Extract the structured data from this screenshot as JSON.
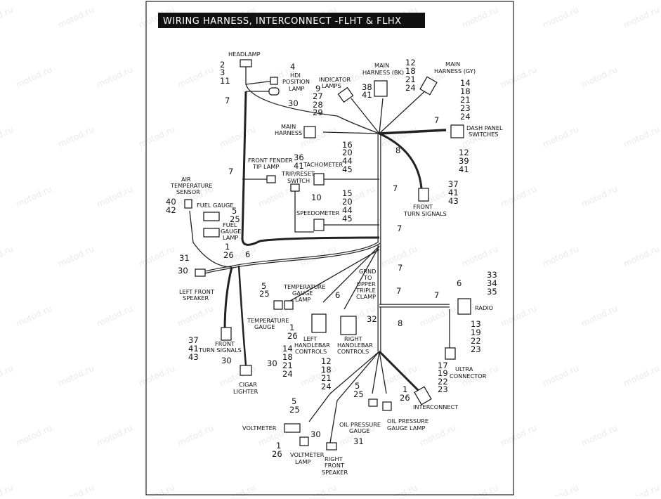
{
  "title": "WIRING HARNESS, INTERCONNECT -FLHT & FLHX",
  "watermark": "motod.ru",
  "labels": {
    "headlamp": "HEADLAMP",
    "hdi_position": "HDI",
    "hdi_position2": "POSITION",
    "hdi_position3": "LAMP",
    "indicator_lamps": "INDICATOR",
    "indicator_lamps2": "LAMPS",
    "main_harness_bk": "MAIN",
    "main_harness_bk2": "HARNESS (BK)",
    "main_harness_gy": "MAIN",
    "main_harness_gy2": "HARNESS (GY)",
    "main_harness": "MAIN",
    "main_harness2": "HARNESS",
    "dash_panel": "DASH PANEL",
    "dash_panel2": "SWITCHES",
    "front_fender": "FRONT FENDER",
    "front_fender2": "TIP LAMP",
    "tachometer": "TACHOMETER",
    "trip_reset": "TRIP/RESET",
    "trip_reset2": "SWITCH",
    "air_temp": "AIR",
    "air_temp2": "TEMPERATURE",
    "air_temp3": "SENSOR",
    "fuel_gauge": "FUEL GAUGE",
    "fuel_gauge_lamp": "FUEL",
    "fuel_gauge_lamp2": "GAUGE",
    "fuel_gauge_lamp3": "LAMP",
    "speedometer": "SPEEDOMETER",
    "front_turn_r": "FRONT",
    "front_turn_r2": "TURN SIGNALS",
    "left_front_speaker": "LEFT FRONT",
    "left_front_speaker2": "SPEAKER",
    "temp_gauge_lamp": "TEMPERATURE",
    "temp_gauge_lamp2": "GAUGE",
    "temp_gauge_lamp3": "LAMP",
    "temp_gauge": "TEMPERATURE",
    "temp_gauge2": "GAUGE",
    "grnd": "GRND",
    "grnd2": "TO",
    "grnd3": "UPPER",
    "grnd4": "TRIPLE",
    "grnd5": "CLAMP",
    "radio": "RADIO",
    "left_handlebar": "LEFT",
    "left_handlebar2": "HANDLEBAR",
    "left_handlebar3": "CONTROLS",
    "right_handlebar": "RIGHT",
    "right_handlebar2": "HANDLEBAR",
    "right_handlebar3": "CONTROLS",
    "front_turn_l": "FRONT",
    "front_turn_l2": "TURN SIGNALS",
    "cigar": "CIGAR",
    "cigar2": "LIGHTER",
    "ultra": "ULTRA",
    "ultra2": "CONNECTOR",
    "interconnect": "INTERCONNECT",
    "oil_pressure": "OIL PRESSURE",
    "oil_pressure2": "GAUGE",
    "oil_lamp": "OIL PRESSURE",
    "oil_lamp2": "GAUGE LAMP",
    "voltmeter": "VOLTMETER",
    "volt_lamp": "VOLTMETER",
    "volt_lamp2": "LAMP",
    "right_speaker": "RIGHT",
    "right_speaker2": "FRONT",
    "right_speaker3": "SPEAKER"
  },
  "numbers": {
    "n1": "2",
    "n2": "3",
    "n3": "11",
    "n4": "4",
    "n5": "30",
    "n6": "7",
    "n7": "9",
    "n8": "27",
    "n9": "28",
    "n10": "29",
    "n11": "38",
    "n12": "41",
    "n13": "12",
    "n14": "18",
    "n15": "21",
    "n16": "24",
    "n17": "14",
    "n18": "18",
    "n19": "21",
    "n20": "23",
    "n21": "24",
    "n22": "7",
    "n23": "12",
    "n24": "39",
    "n25": "41",
    "n26": "8",
    "n27": "16",
    "n28": "20",
    "n29": "44",
    "n30": "45",
    "n31": "36",
    "n32": "41",
    "n33": "7",
    "n34": "7",
    "n35": "10",
    "n36": "15",
    "n37": "20",
    "n38": "44",
    "n39": "45",
    "n40": "7",
    "n41": "37",
    "n42": "41",
    "n43": "43",
    "n44": "40",
    "n45": "42",
    "n46": "5",
    "n47": "25",
    "n48": "1",
    "n49": "26",
    "n50": "6",
    "n51": "31",
    "n52": "30",
    "n53": "7",
    "n54": "5",
    "n55": "25",
    "n56": "6",
    "n57": "7",
    "n58": "7",
    "n59": "6",
    "n60": "33",
    "n61": "34",
    "n62": "35",
    "n63": "32",
    "n64": "8",
    "n65": "1",
    "n66": "26",
    "n67": "14",
    "n68": "18",
    "n69": "21",
    "n70": "24",
    "n71": "12",
    "n72": "18",
    "n73": "21",
    "n74": "24",
    "n75": "13",
    "n76": "19",
    "n77": "22",
    "n78": "23",
    "n79": "17",
    "n80": "19",
    "n81": "22",
    "n82": "23",
    "n83": "37",
    "n84": "41",
    "n85": "43",
    "n86": "30",
    "n87": "30",
    "n88": "5",
    "n89": "25",
    "n90": "1",
    "n91": "26",
    "n92": "5",
    "n93": "25",
    "n94": "30",
    "n95": "31",
    "n96": "1",
    "n97": "26"
  }
}
